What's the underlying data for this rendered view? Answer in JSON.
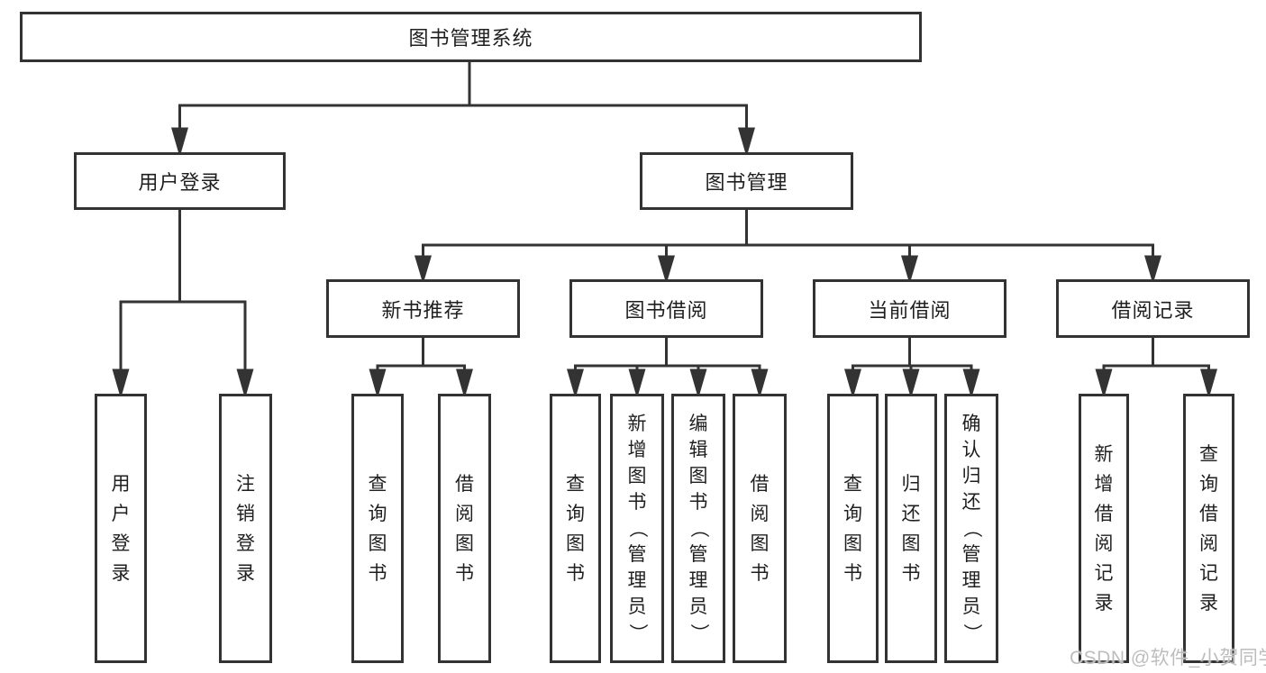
{
  "root": {
    "label": "图书管理系统"
  },
  "level2": {
    "user_login": {
      "label": "用户登录"
    },
    "book_mgmt": {
      "label": "图书管理"
    }
  },
  "level3": {
    "new_books": {
      "label": "新书推荐"
    },
    "book_borrow": {
      "label": "图书借阅"
    },
    "current_borrow": {
      "label": "当前借阅"
    },
    "borrow_records": {
      "label": "借阅记录"
    }
  },
  "leaves": {
    "user_login": {
      "label": "用户登录"
    },
    "logout": {
      "label": "注销登录"
    },
    "nb_query": {
      "label": "查询图书"
    },
    "nb_borrow": {
      "label": "借阅图书"
    },
    "bb_query": {
      "label": "查询图书"
    },
    "bb_add": {
      "label": "新增图书（管理员）"
    },
    "bb_edit": {
      "label": "编辑图书（管理员）"
    },
    "bb_borrow": {
      "label": "借阅图书"
    },
    "cb_query": {
      "label": "查询图书"
    },
    "cb_return": {
      "label": "归还图书"
    },
    "cb_confirm": {
      "label": "确认归还（管理员）"
    },
    "br_add": {
      "label": "新增借阅记录"
    },
    "br_query": {
      "label": "查询借阅记录"
    }
  },
  "watermark": {
    "text": "CSDN @软件_小贺同学"
  },
  "colors": {
    "line": "#333333",
    "border": "#333333",
    "text": "#1f1f1f",
    "watermark": "#bdbdbd",
    "background": "#ffffff"
  }
}
